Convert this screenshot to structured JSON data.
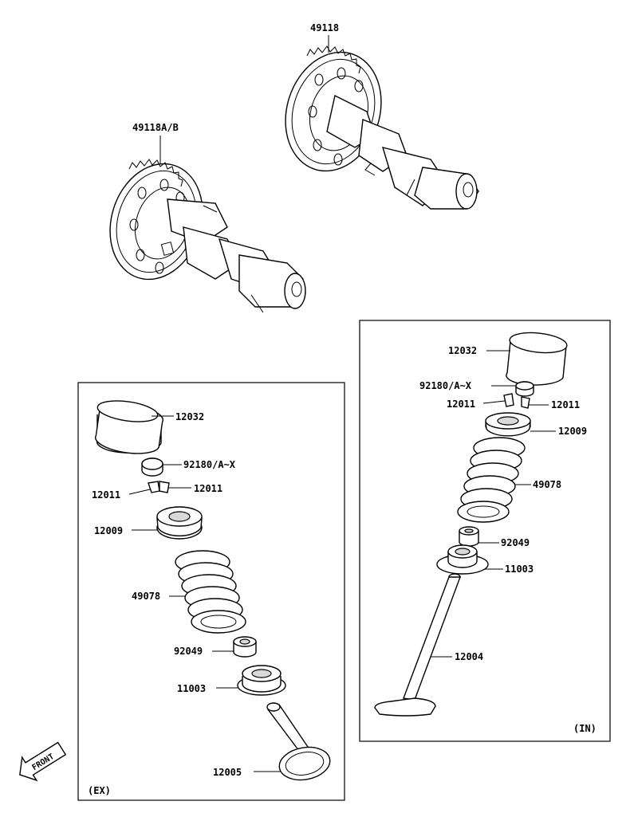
{
  "labels": {
    "cam_in": "49118",
    "cam_ex": "49118A/B",
    "ex_tappet": "12032",
    "ex_shim": "92180/A~X",
    "ex_cotter_right": "12011",
    "ex_cotter_left": "12011",
    "ex_retainer": "12009",
    "ex_spring": "49078",
    "ex_seal": "92049",
    "ex_seat": "11003",
    "ex_valve": "12005",
    "ex_group": "(EX)",
    "in_tappet": "12032",
    "in_shim": "92180/A~X",
    "in_cotter_left": "12011",
    "in_cotter_right": "12011",
    "in_retainer": "12009",
    "in_spring": "49078",
    "in_seal": "92049",
    "in_seat": "11003",
    "in_valve": "12004",
    "in_group": "(IN)",
    "front": "FRONT"
  }
}
